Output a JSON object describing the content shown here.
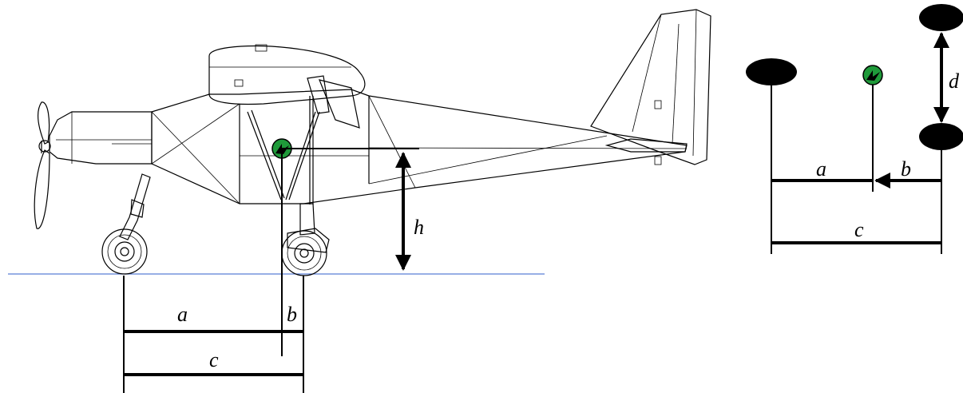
{
  "labels": {
    "side_a": "a",
    "side_b": "b",
    "side_c": "c",
    "side_h": "h",
    "top_a": "a",
    "top_b": "b",
    "top_c": "c",
    "top_d": "d"
  },
  "colors": {
    "ground_line": "#5b7fd6",
    "cg_marker": "#1f9a3a",
    "wheel_marker": "#000000"
  },
  "icons": {
    "cg": "center-of-gravity-icon",
    "wheel": "wheel-contact-icon"
  }
}
